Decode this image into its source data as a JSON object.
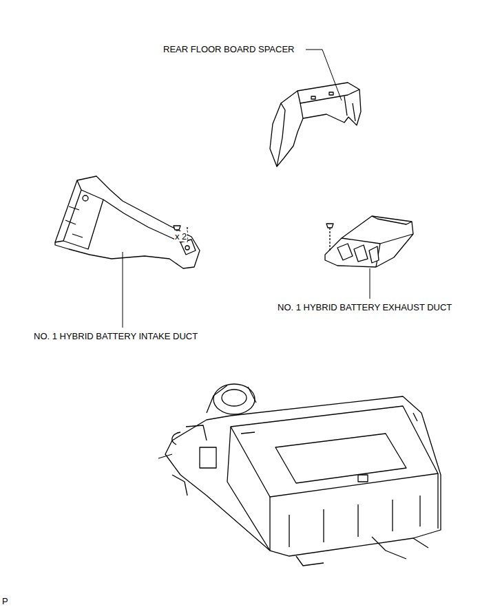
{
  "diagram": {
    "labels": [
      "REAR FLOOR BOARD SPACER",
      "x 2",
      "NO. 1 HYBRID BATTERY EXHAUST DUCT",
      "NO. 1 HYBRID BATTERY INTAKE DUCT",
      "P"
    ]
  }
}
